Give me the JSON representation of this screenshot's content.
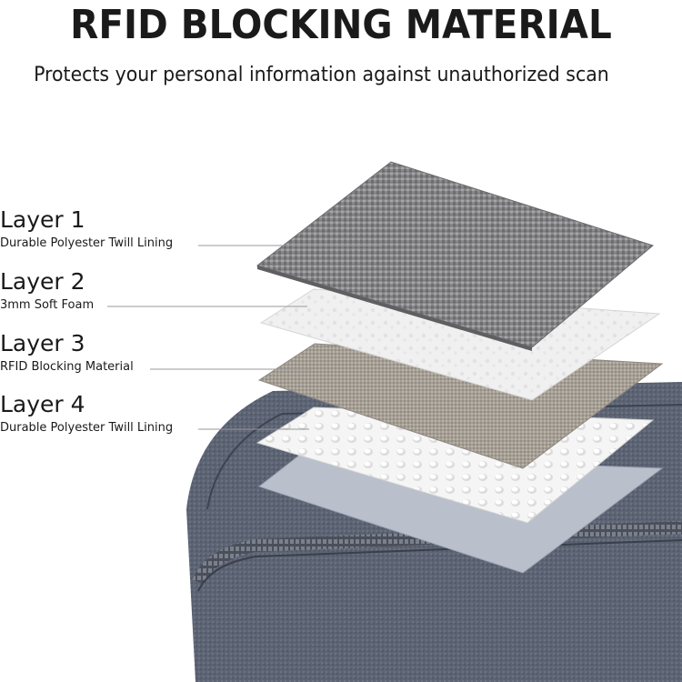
{
  "title": "RFID BLOCKING MATERIAL",
  "subtitle": "Protects your personal information against unauthorized scan",
  "layers": [
    {
      "name": "Layer 1",
      "description": "Durable Polyester Twill Lining"
    },
    {
      "name": "Layer 2",
      "description": "3mm Soft Foam"
    },
    {
      "name": "Layer 3",
      "description": "RFID Blocking Material"
    },
    {
      "name": "Layer 4",
      "description": "Durable Polyester Twill Lining"
    }
  ],
  "colors": {
    "layer1": "#8a8a8c",
    "layer2": "#f1f1f1",
    "layer3": "#a59f96",
    "layer4": "#f4f4f4",
    "layer5": "#b9c0cc",
    "case": "#5d6474",
    "leader_line": "#9a9a9a"
  }
}
